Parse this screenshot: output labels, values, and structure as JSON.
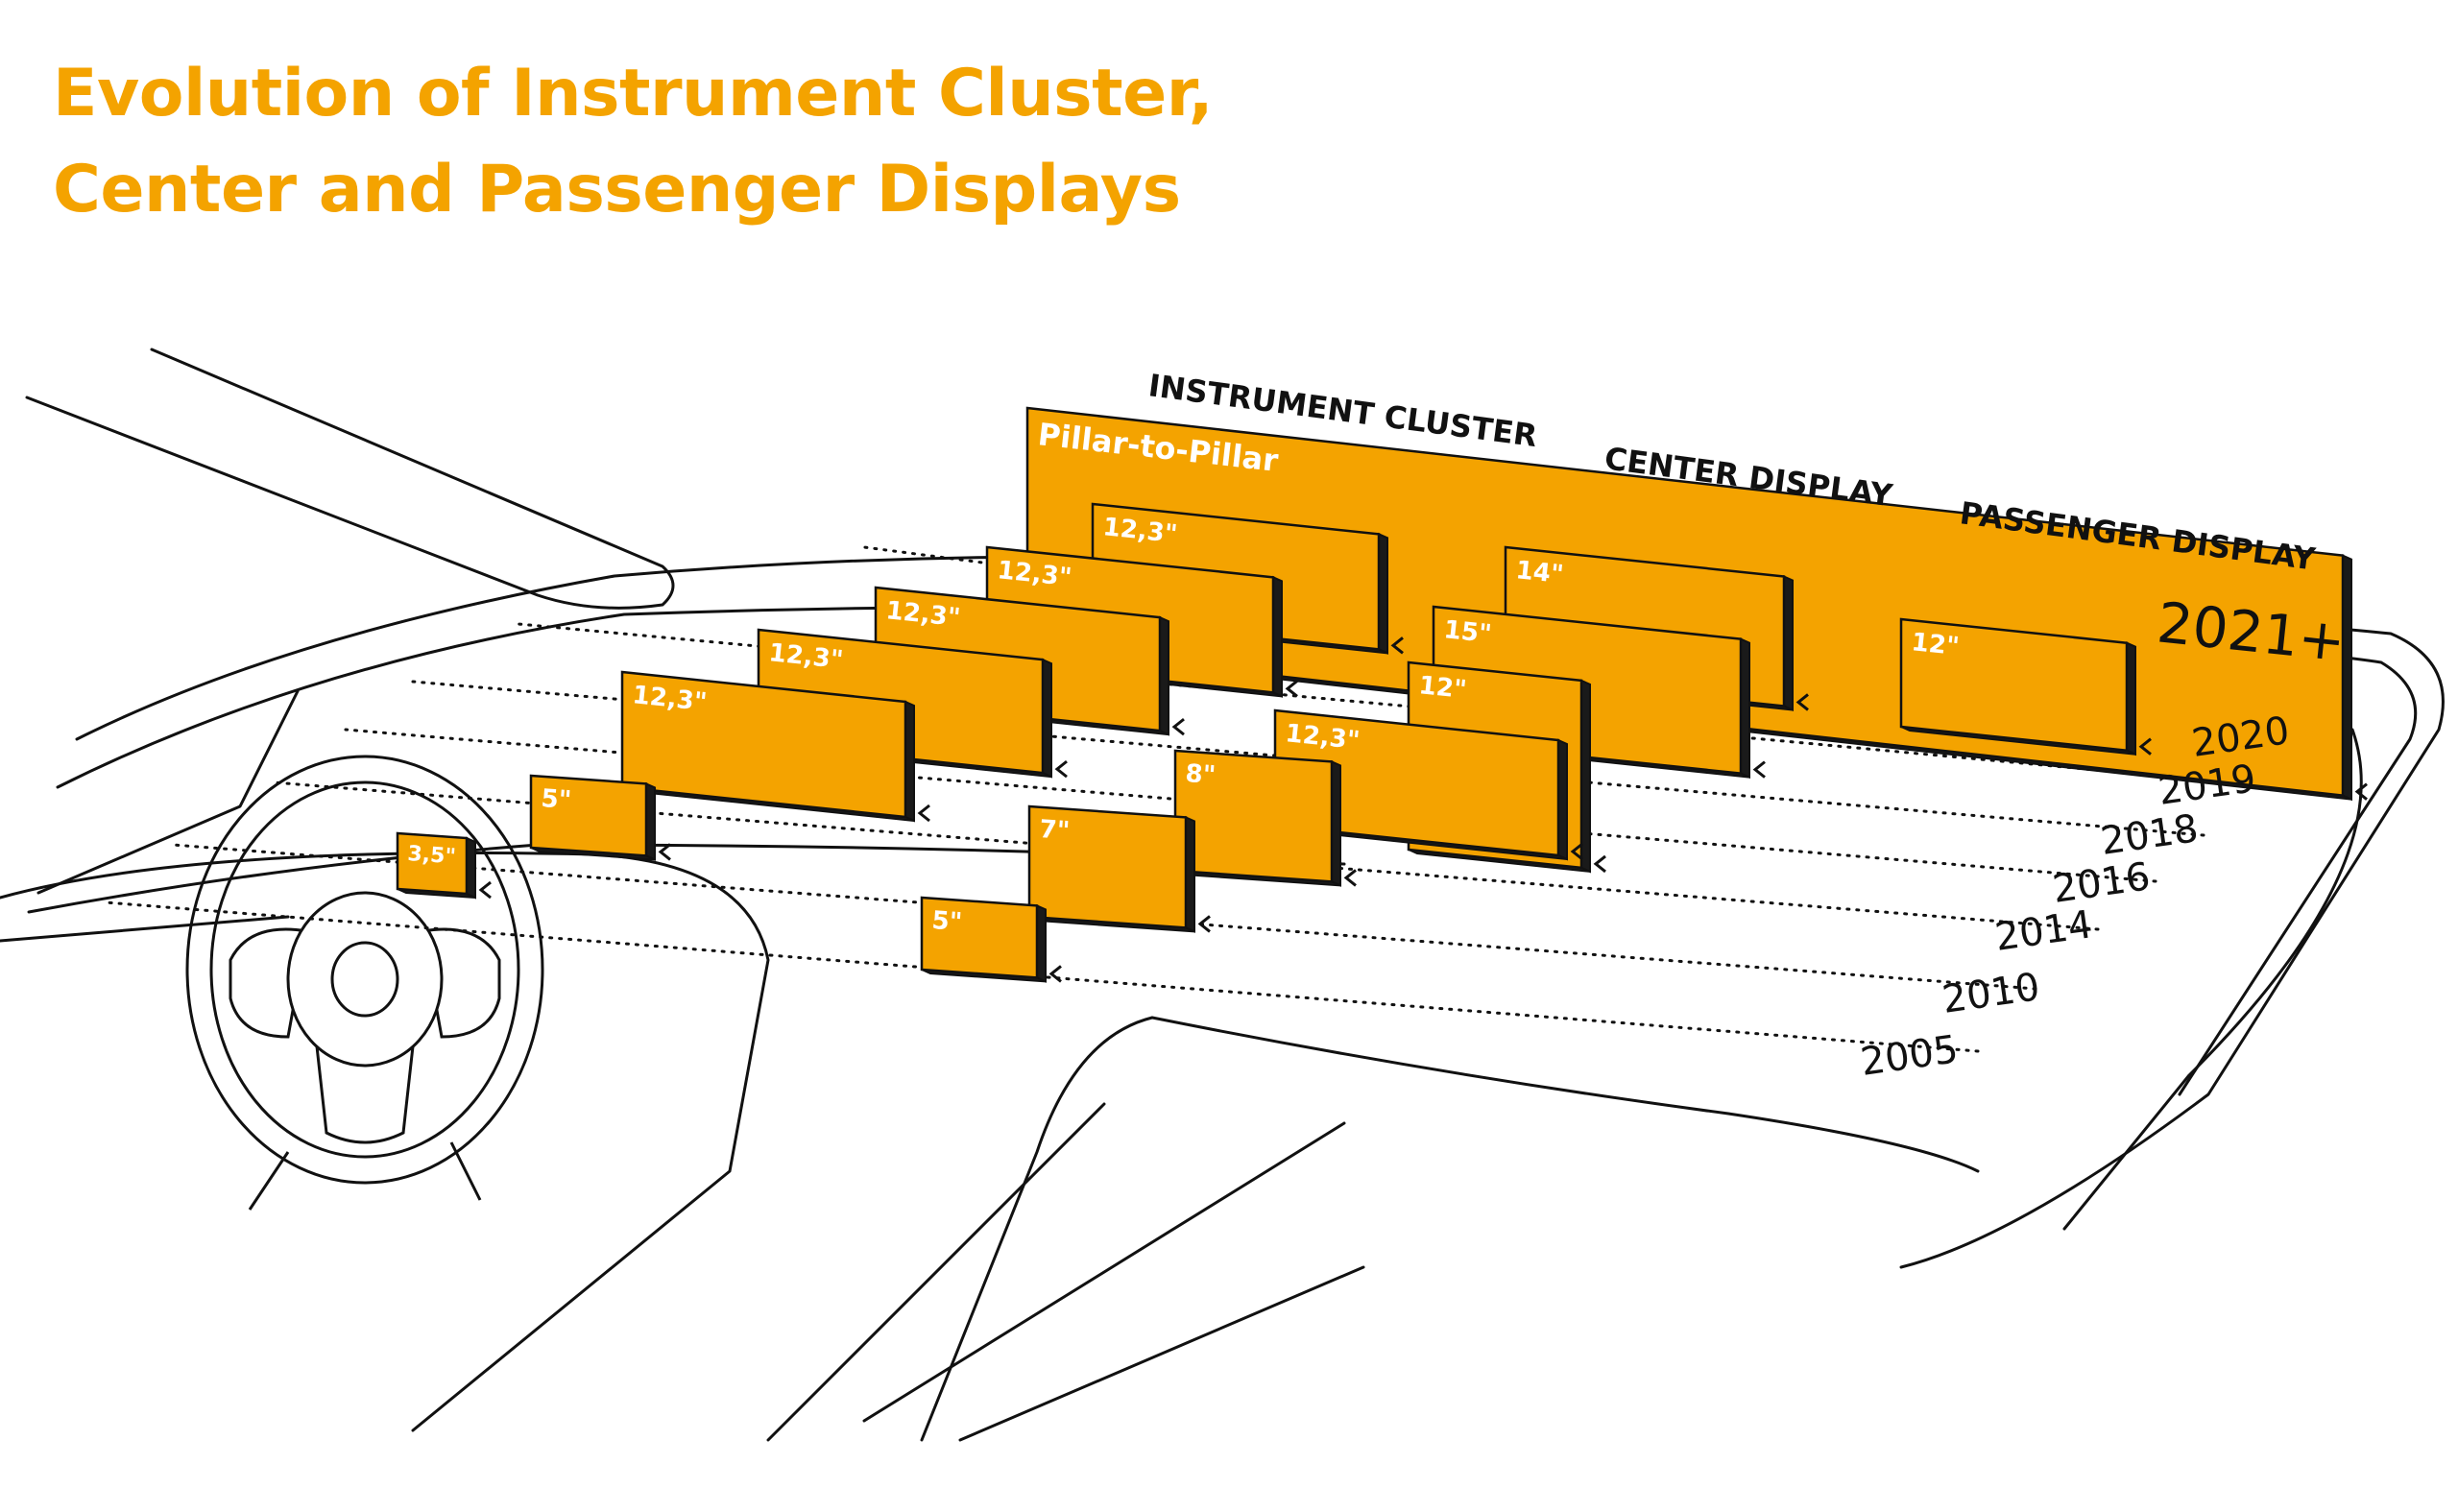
{
  "title": {
    "line1": "Evolution of Instrument Cluster,",
    "line2": "Center and Passenger Displays"
  },
  "colors": {
    "accent": "#f4a300",
    "outline": "#111111",
    "side": "#1a1a1a"
  },
  "categories": {
    "instrument_cluster": "INSTRUMENT CLUSTER",
    "center_display": "CENTER DISPLAY",
    "passenger_display": "PASSENGER DISPLAY"
  },
  "years": [
    "2021+",
    "2020",
    "2019",
    "2018",
    "2016",
    "2014",
    "2010",
    "2005"
  ],
  "displays": [
    {
      "label": "Pillar-to-Pillar",
      "year": "2021+",
      "category": "Instrument Cluster"
    },
    {
      "label": "12,3\"",
      "year": "2020",
      "category": "Instrument Cluster"
    },
    {
      "label": "14\"",
      "year": "2020",
      "category": "Center Display"
    },
    {
      "label": "12\"",
      "year": "2020",
      "category": "Passenger Display"
    },
    {
      "label": "12,3\"",
      "year": "2019",
      "category": "Instrument Cluster"
    },
    {
      "label": "15\"",
      "year": "2019",
      "category": "Center Display"
    },
    {
      "label": "12,3\"",
      "year": "2018",
      "category": "Instrument Cluster"
    },
    {
      "label": "12\"",
      "year": "2018",
      "category": "Center Display"
    },
    {
      "label": "12,3\"",
      "year": "2016",
      "category": "Instrument Cluster"
    },
    {
      "label": "12,3\"",
      "year": "2016",
      "category": "Center Display"
    },
    {
      "label": "12,3\"",
      "year": "2014",
      "category": "Instrument Cluster"
    },
    {
      "label": "8\"",
      "year": "2014",
      "category": "Center Display"
    },
    {
      "label": "5\"",
      "year": "2010",
      "category": "Instrument Cluster"
    },
    {
      "label": "7\"",
      "year": "2010",
      "category": "Center Display"
    },
    {
      "label": "3,5\"",
      "year": "2005",
      "category": "Instrument Cluster"
    },
    {
      "label": "5\"",
      "year": "2005",
      "category": "Center Display"
    }
  ]
}
